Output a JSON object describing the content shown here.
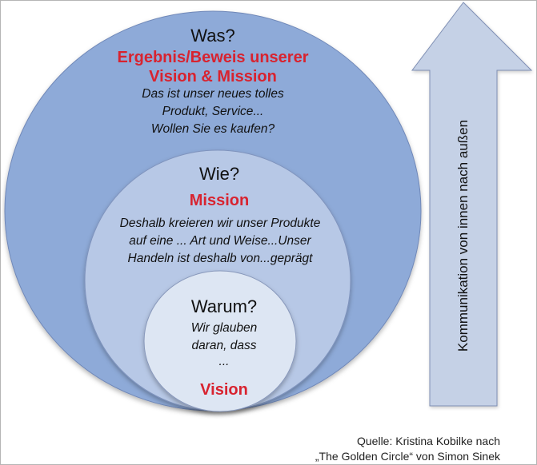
{
  "colors": {
    "outer_circle": "#8eaad8",
    "middle_circle": "#b7c8e6",
    "inner_circle": "#dde6f3",
    "arrow_fill": "#c5d1e6",
    "arrow_stroke": "#7f8fb4",
    "accent_red": "#d8232f"
  },
  "outer": {
    "question": "Was?",
    "heading_line1": "Ergebnis/Beweis unserer",
    "heading_line2": "Vision & Mission",
    "body_line1": "Das ist unser neues tolles",
    "body_line2": "Produkt, Service...",
    "body_line3": "Wollen Sie es kaufen?"
  },
  "middle": {
    "question": "Wie?",
    "heading": "Mission",
    "body_line1": "Deshalb kreieren wir unser Produkte",
    "body_line2": "auf eine ... Art und Weise...Unser",
    "body_line3": "Handeln ist deshalb von...geprägt"
  },
  "inner": {
    "question": "Warum?",
    "body_line1": "Wir glauben",
    "body_line2": "daran, dass",
    "body_line3": "...",
    "heading": "Vision"
  },
  "arrow": {
    "label": "Kommunikation von innen nach außen"
  },
  "source": {
    "line1": "Quelle: Kristina Kobilke nach",
    "line2": "„The Golden Circle“ von Simon Sinek"
  }
}
